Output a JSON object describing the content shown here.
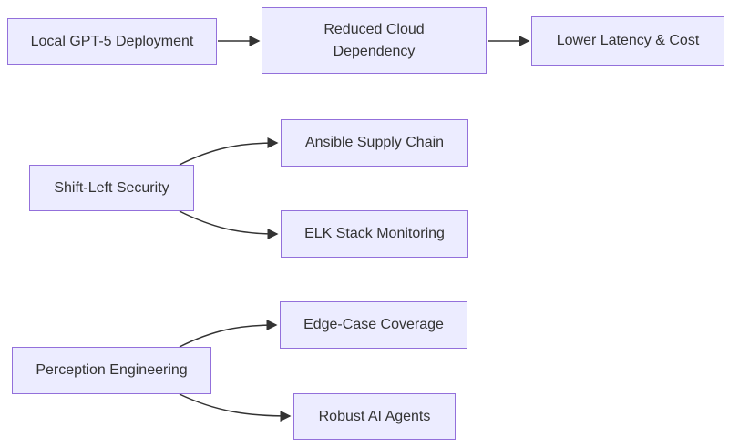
{
  "diagram": {
    "type": "flowchart",
    "direction": "left-to-right",
    "nodes": {
      "local_gpt5": {
        "label": "Local GPT-5 Deployment"
      },
      "reduced_cloud": {
        "label": "Reduced Cloud\nDependency"
      },
      "lower_latency": {
        "label": "Lower Latency & Cost"
      },
      "shift_left": {
        "label": "Shift-Left Security"
      },
      "ansible": {
        "label": "Ansible Supply Chain"
      },
      "elk": {
        "label": "ELK Stack Monitoring"
      },
      "perception": {
        "label": "Perception Engineering"
      },
      "edge_case": {
        "label": "Edge-Case Coverage"
      },
      "robust_agents": {
        "label": "Robust AI Agents"
      }
    },
    "edges": [
      {
        "from": "local_gpt5",
        "to": "reduced_cloud",
        "style": "straight-arrow"
      },
      {
        "from": "reduced_cloud",
        "to": "lower_latency",
        "style": "straight-arrow"
      },
      {
        "from": "shift_left",
        "to": "ansible",
        "style": "curved-arrow"
      },
      {
        "from": "shift_left",
        "to": "elk",
        "style": "curved-arrow"
      },
      {
        "from": "perception",
        "to": "edge_case",
        "style": "curved-arrow"
      },
      {
        "from": "perception",
        "to": "robust_agents",
        "style": "curved-arrow"
      }
    ],
    "colors": {
      "node_fill": "#ECECFF",
      "node_border": "#9370DB",
      "edge_stroke": "#333333",
      "text": "#333333",
      "background": "#FFFFFF"
    }
  }
}
